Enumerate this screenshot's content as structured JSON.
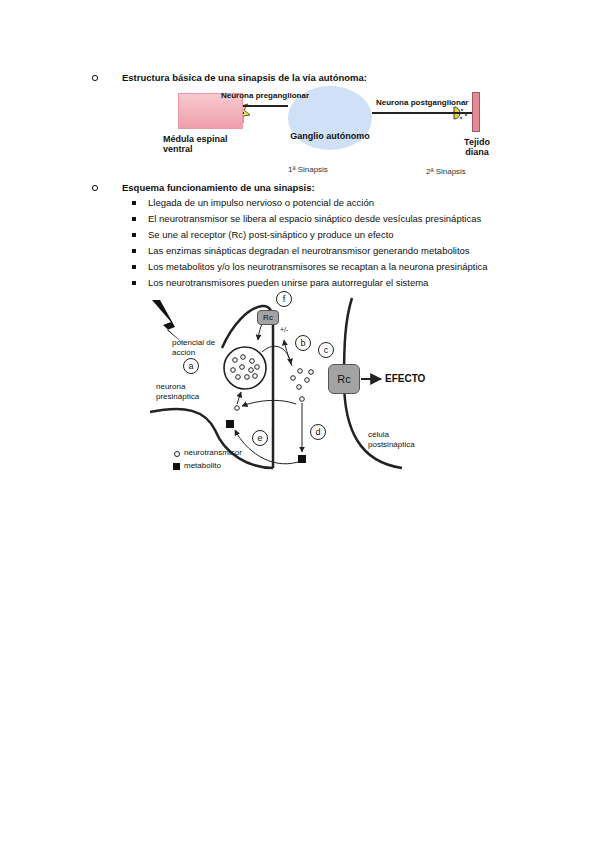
{
  "diagram": {
    "nodes": [
      {
        "text": [
          "Médula espinal ventral"
        ]
      },
      {
        "text": [
          "Ganglio autónomo"
        ]
      },
      {
        "text": [
          "Tejido diana"
        ]
      },
      {
        "text": [
          "f"
        ]
      },
      {
        "text": [
          "Rc"
        ]
      },
      {
        "text": [
          "a"
        ]
      },
      {
        "text": [
          "b"
        ]
      },
      {
        "text": [
          "c"
        ]
      },
      {
        "text": [
          "Rc"
        ]
      },
      {
        "text": [
          "d"
        ]
      },
      {
        "text": [
          "e"
        ]
      }
    ],
    "edges": [
      {
        "from": 0,
        "to": 1,
        "label": "Neurona preganglionar",
        "arrow": "none"
      },
      {
        "from": 1,
        "to": 2,
        "label": "Neurona postganglionar",
        "arrow": "none"
      }
    ],
    "labels": [
      "Estructura básica de una sinapsis de la vía autónoma:",
      "1ª Sinapsis",
      "2ª Sinapsis",
      "Esquema funcionamiento de una sinapsis:",
      "Llegada de un impulso nervioso o potencial de acción",
      "El neurotransmisor se libera al espacio sináptico desde vesículas presinápticas",
      "Se une al receptor (Rc) post-sináptico y produce un efecto",
      "Las enzimas sinápticas degradan el neurotransmisor generando metabolitos",
      "Los metabolitos y/o los neurotransmisores se recaptan a la neurona presináptica",
      "Los neurotransmisores pueden unirse para autorregular el sistema",
      "potencial de acción",
      "+/-",
      "EFECTO",
      "neurona presináptica",
      "célula postsináptica"
    ],
    "legend": [
      {
        "text": "neurotransmisor"
      },
      {
        "text": "metabolito"
      }
    ]
  }
}
